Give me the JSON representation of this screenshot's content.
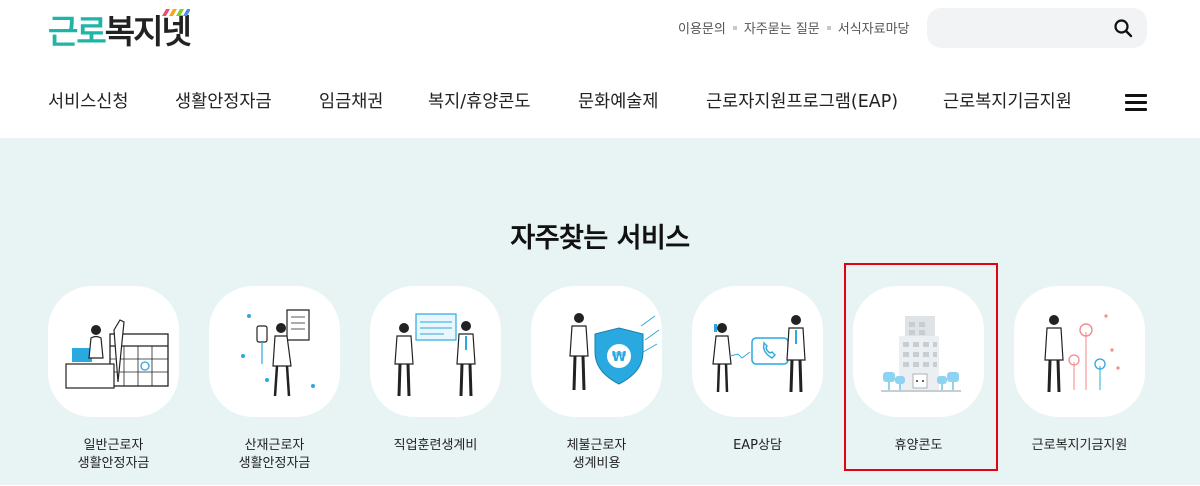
{
  "logo": {
    "text_part1": "근로",
    "text_part2": "복지넷"
  },
  "util_links": [
    "이용문의",
    "자주묻는 질문",
    "서식자료마당"
  ],
  "search": {
    "placeholder": ""
  },
  "gnb": [
    "서비스신청",
    "생활안정자금",
    "임금채권",
    "복지/휴양콘도",
    "문화예술제",
    "근로자지원프로그램(EAP)",
    "근로복지기금지원"
  ],
  "main": {
    "section_title": "자주찾는 서비스",
    "services": [
      {
        "label": "일반근로자\n생활안정자금",
        "icon": "desk-calendar-illustration"
      },
      {
        "label": "산재근로자\n생활안정자금",
        "icon": "iv-document-illustration"
      },
      {
        "label": "직업훈련생계비",
        "icon": "training-board-illustration"
      },
      {
        "label": "체불근로자\n생계비용",
        "icon": "won-shield-illustration"
      },
      {
        "label": "EAP상담",
        "icon": "phone-consult-illustration"
      },
      {
        "label": "휴양콘도",
        "icon": "condo-building-illustration"
      },
      {
        "label": "근로복지기금지원",
        "icon": "fund-flowers-illustration"
      }
    ]
  },
  "colors": {
    "teal": "#1fb5a6",
    "mint_bg": "#e8f4f3",
    "highlight": "#e60012",
    "accent_blue": "#2aa8e0"
  }
}
